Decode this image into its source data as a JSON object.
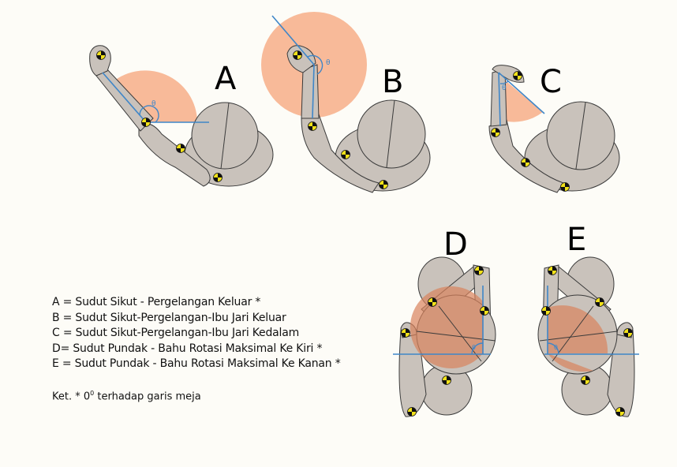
{
  "labels": {
    "A": "A",
    "B": "B",
    "C": "C",
    "D": "D",
    "E": "E"
  },
  "angle_symbol": "θ",
  "legend": [
    "A = Sudut  Sikut - Pergelangan Keluar *",
    "B = Sudut Sikut-Pergelangan-Ibu Jari Keluar",
    "C = Sudut Sikut-Pergelangan-Ibu Jari Kedalam",
    "D= Sudut Pundak - Bahu Rotasi Maksimal Ke Kiri *",
    "E = Sudut Pundak - Bahu Rotasi Maksimal Ke Kanan *"
  ],
  "note": {
    "prefix": "Ket. * 0",
    "superscript": "0",
    "suffix": "terhadap garis meja"
  },
  "colors": {
    "body": "#c9c2bb",
    "outline": "#3a3a3a",
    "angle_fill": "#f7b38e",
    "angle_fill_dark": "#d9835c",
    "angle_line": "#3f86c8",
    "marker_yellow": "#f2e21a",
    "marker_black": "#111111"
  }
}
